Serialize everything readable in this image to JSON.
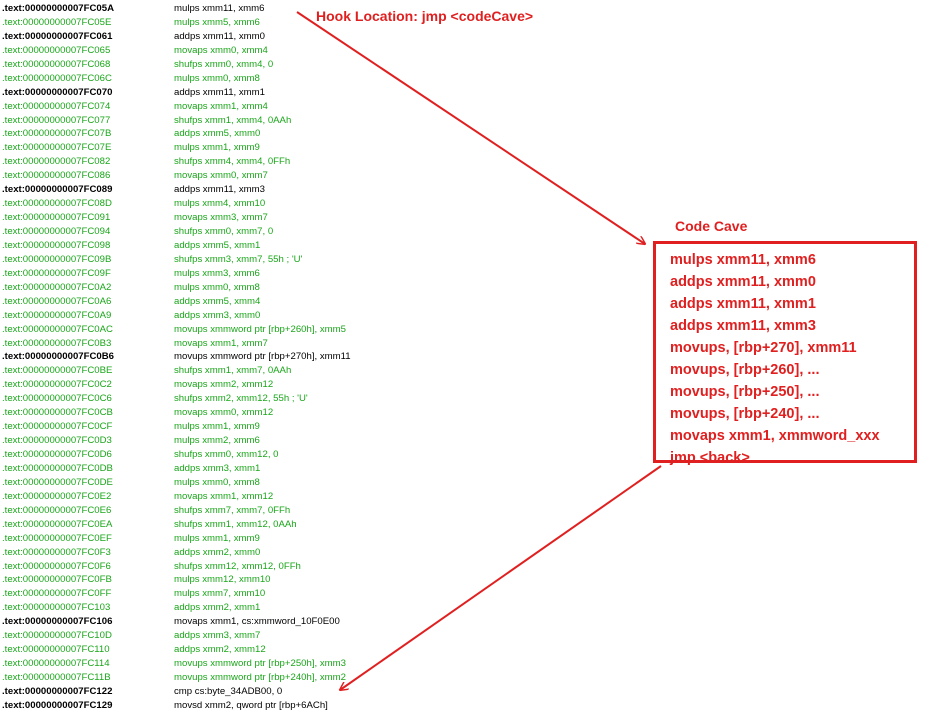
{
  "listing": [
    {
      "addr": ".text:00000000007FC05A",
      "instr": "mulps   xmm11, xmm6",
      "color": "black"
    },
    {
      "addr": ".text:00000000007FC05E",
      "instr": "mulps   xmm5, xmm6",
      "color": "green"
    },
    {
      "addr": ".text:00000000007FC061",
      "instr": "addps   xmm11, xmm0",
      "color": "black"
    },
    {
      "addr": ".text:00000000007FC065",
      "instr": "movaps  xmm0, xmm4",
      "color": "green"
    },
    {
      "addr": ".text:00000000007FC068",
      "instr": "shufps  xmm0, xmm4, 0",
      "color": "green"
    },
    {
      "addr": ".text:00000000007FC06C",
      "instr": "mulps   xmm0, xmm8",
      "color": "green"
    },
    {
      "addr": ".text:00000000007FC070",
      "instr": "addps   xmm11, xmm1",
      "color": "black"
    },
    {
      "addr": ".text:00000000007FC074",
      "instr": "movaps  xmm1, xmm4",
      "color": "green"
    },
    {
      "addr": ".text:00000000007FC077",
      "instr": "shufps  xmm1, xmm4, 0AAh",
      "color": "green"
    },
    {
      "addr": ".text:00000000007FC07B",
      "instr": "addps   xmm5, xmm0",
      "color": "green"
    },
    {
      "addr": ".text:00000000007FC07E",
      "instr": "mulps   xmm1, xmm9",
      "color": "green"
    },
    {
      "addr": ".text:00000000007FC082",
      "instr": "shufps  xmm4, xmm4, 0FFh",
      "color": "green"
    },
    {
      "addr": ".text:00000000007FC086",
      "instr": "movaps  xmm0, xmm7",
      "color": "green"
    },
    {
      "addr": ".text:00000000007FC089",
      "instr": "addps   xmm11, xmm3",
      "color": "black"
    },
    {
      "addr": ".text:00000000007FC08D",
      "instr": "mulps   xmm4, xmm10",
      "color": "green"
    },
    {
      "addr": ".text:00000000007FC091",
      "instr": "movaps  xmm3, xmm7",
      "color": "green"
    },
    {
      "addr": ".text:00000000007FC094",
      "instr": "shufps  xmm0, xmm7, 0",
      "color": "green"
    },
    {
      "addr": ".text:00000000007FC098",
      "instr": "addps   xmm5, xmm1",
      "color": "green"
    },
    {
      "addr": ".text:00000000007FC09B",
      "instr": "shufps  xmm3, xmm7, 55h ; 'U'",
      "color": "green"
    },
    {
      "addr": ".text:00000000007FC09F",
      "instr": "mulps   xmm3, xmm6",
      "color": "green"
    },
    {
      "addr": ".text:00000000007FC0A2",
      "instr": "mulps   xmm0, xmm8",
      "color": "green"
    },
    {
      "addr": ".text:00000000007FC0A6",
      "instr": "addps   xmm5, xmm4",
      "color": "green"
    },
    {
      "addr": ".text:00000000007FC0A9",
      "instr": "addps   xmm3, xmm0",
      "color": "green"
    },
    {
      "addr": ".text:00000000007FC0AC",
      "instr": "movups  xmmword ptr [rbp+260h], xmm5",
      "color": "green"
    },
    {
      "addr": ".text:00000000007FC0B3",
      "instr": "movaps  xmm1, xmm7",
      "color": "green"
    },
    {
      "addr": ".text:00000000007FC0B6",
      "instr": "movups  xmmword ptr [rbp+270h], xmm11",
      "color": "black"
    },
    {
      "addr": ".text:00000000007FC0BE",
      "instr": "shufps  xmm1, xmm7, 0AAh",
      "color": "green"
    },
    {
      "addr": ".text:00000000007FC0C2",
      "instr": "movaps  xmm2, xmm12",
      "color": "green"
    },
    {
      "addr": ".text:00000000007FC0C6",
      "instr": "shufps  xmm2, xmm12, 55h ; 'U'",
      "color": "green"
    },
    {
      "addr": ".text:00000000007FC0CB",
      "instr": "movaps  xmm0, xmm12",
      "color": "green"
    },
    {
      "addr": ".text:00000000007FC0CF",
      "instr": "mulps   xmm1, xmm9",
      "color": "green"
    },
    {
      "addr": ".text:00000000007FC0D3",
      "instr": "mulps   xmm2, xmm6",
      "color": "green"
    },
    {
      "addr": ".text:00000000007FC0D6",
      "instr": "shufps  xmm0, xmm12, 0",
      "color": "green"
    },
    {
      "addr": ".text:00000000007FC0DB",
      "instr": "addps   xmm3, xmm1",
      "color": "green"
    },
    {
      "addr": ".text:00000000007FC0DE",
      "instr": "mulps   xmm0, xmm8",
      "color": "green"
    },
    {
      "addr": ".text:00000000007FC0E2",
      "instr": "movaps  xmm1, xmm12",
      "color": "green"
    },
    {
      "addr": ".text:00000000007FC0E6",
      "instr": "shufps  xmm7, xmm7, 0FFh",
      "color": "green"
    },
    {
      "addr": ".text:00000000007FC0EA",
      "instr": "shufps  xmm1, xmm12, 0AAh",
      "color": "green"
    },
    {
      "addr": ".text:00000000007FC0EF",
      "instr": "mulps   xmm1, xmm9",
      "color": "green"
    },
    {
      "addr": ".text:00000000007FC0F3",
      "instr": "addps   xmm2, xmm0",
      "color": "green"
    },
    {
      "addr": ".text:00000000007FC0F6",
      "instr": "shufps  xmm12, xmm12, 0FFh",
      "color": "green"
    },
    {
      "addr": ".text:00000000007FC0FB",
      "instr": "mulps   xmm12, xmm10",
      "color": "green"
    },
    {
      "addr": ".text:00000000007FC0FF",
      "instr": "mulps   xmm7, xmm10",
      "color": "green"
    },
    {
      "addr": ".text:00000000007FC103",
      "instr": "addps   xmm2, xmm1",
      "color": "green"
    },
    {
      "addr": ".text:00000000007FC106",
      "instr": "movaps  xmm1, cs:xmmword_10F0E00",
      "color": "black"
    },
    {
      "addr": ".text:00000000007FC10D",
      "instr": "addps   xmm3, xmm7",
      "color": "green"
    },
    {
      "addr": ".text:00000000007FC110",
      "instr": "addps   xmm2, xmm12",
      "color": "green"
    },
    {
      "addr": ".text:00000000007FC114",
      "instr": "movups  xmmword ptr [rbp+250h], xmm3",
      "color": "green"
    },
    {
      "addr": ".text:00000000007FC11B",
      "instr": "movups  xmmword ptr [rbp+240h], xmm2",
      "color": "green"
    },
    {
      "addr": ".text:00000000007FC122",
      "instr": "cmp     cs:byte_34ADB00, 0",
      "color": "black"
    },
    {
      "addr": ".text:00000000007FC129",
      "instr": "movsd   xmm2, qword ptr [rbp+6ACh]",
      "color": "black"
    }
  ],
  "annotations": {
    "hook_label": "Hook Location: jmp <codeCave>",
    "cave_title": "Code Cave"
  },
  "code_cave": [
    "mulps xmm11, xmm6",
    "addps xmm11, xmm0",
    "addps xmm11, xmm1",
    "addps xmm11, xmm3",
    "movups, [rbp+270], xmm11",
    "movups, [rbp+260], ...",
    "movups, [rbp+250], ...",
    "movups, [rbp+240], ...",
    "movaps xmm1, xmmword_xxx",
    "jmp <back>"
  ],
  "colors": {
    "annotation_red": "#e02020",
    "code_green": "#1aa61a",
    "code_black": "#000000"
  }
}
